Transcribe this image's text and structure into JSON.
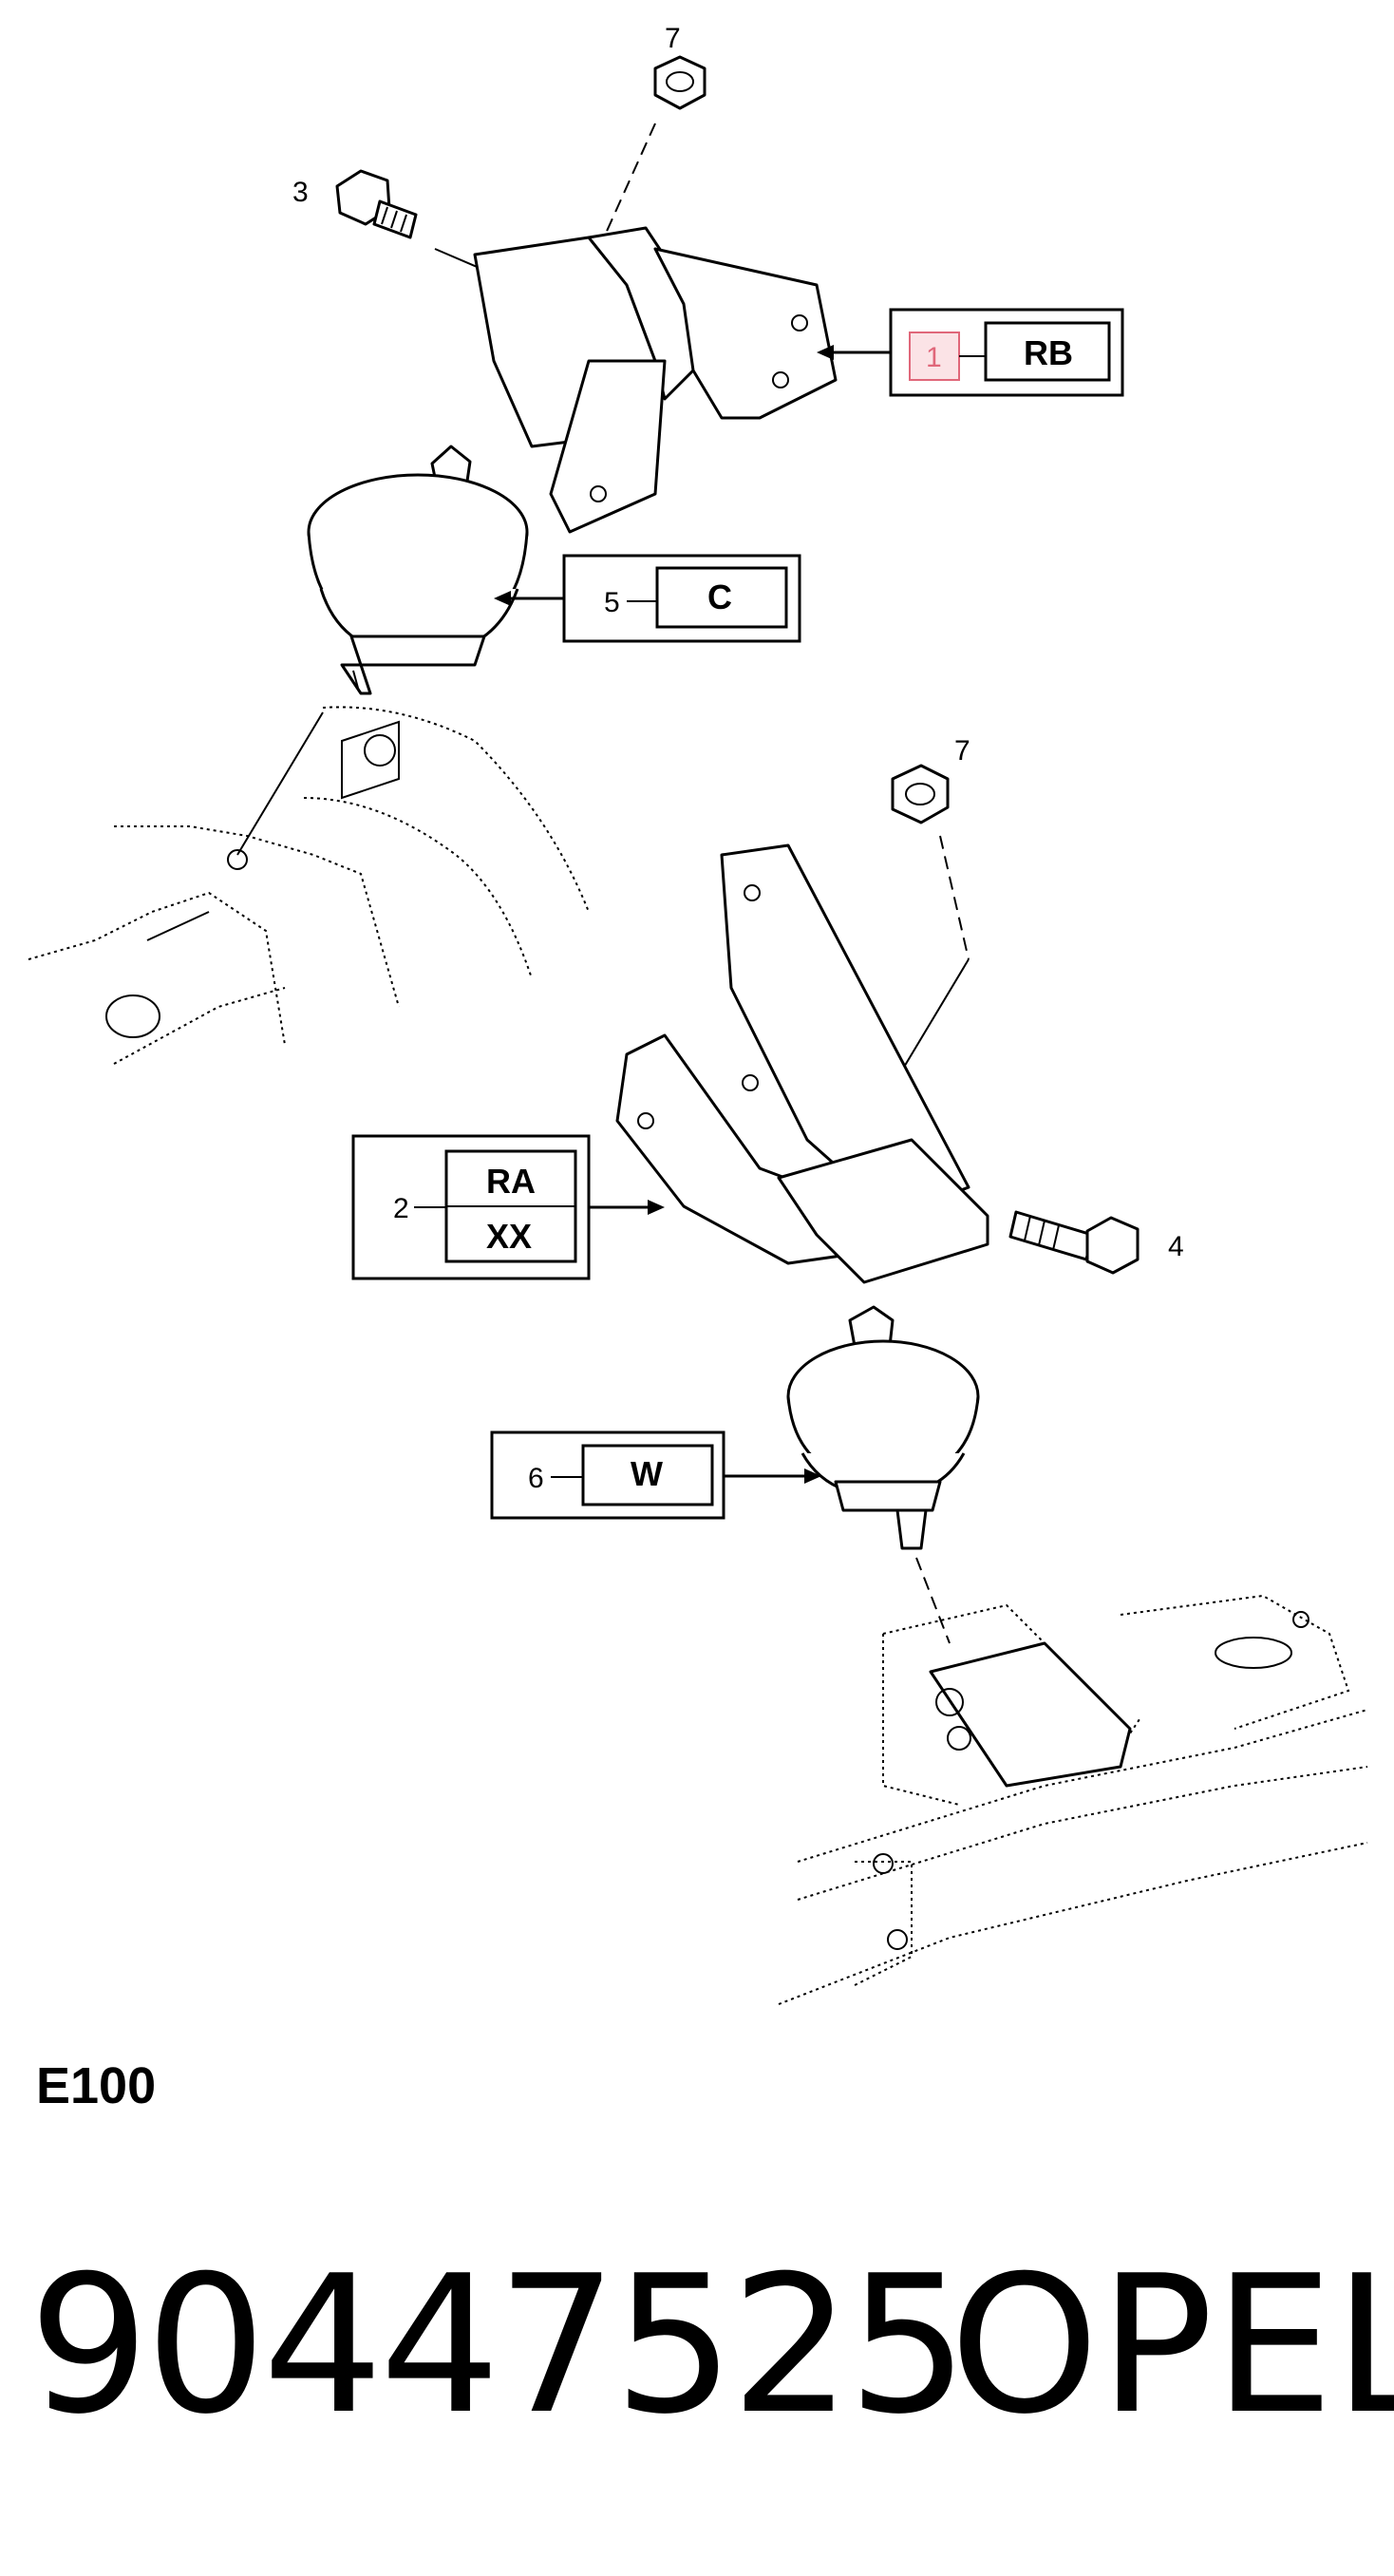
{
  "diagram": {
    "code": "E100",
    "part_number": "90447525",
    "brand": "OPEL",
    "callouts": [
      {
        "num": "1",
        "codes": [
          "RB"
        ],
        "highlighted": true
      },
      {
        "num": "2",
        "codes": [
          "RA",
          "XX"
        ],
        "highlighted": false
      },
      {
        "num": "5",
        "codes": [
          "C"
        ],
        "highlighted": false
      },
      {
        "num": "6",
        "codes": [
          "W"
        ],
        "highlighted": false
      }
    ],
    "labels": [
      {
        "num": "3"
      },
      {
        "num": "4"
      },
      {
        "num": "7"
      },
      {
        "num": "7"
      }
    ],
    "highlight_color": "#e0677a"
  }
}
